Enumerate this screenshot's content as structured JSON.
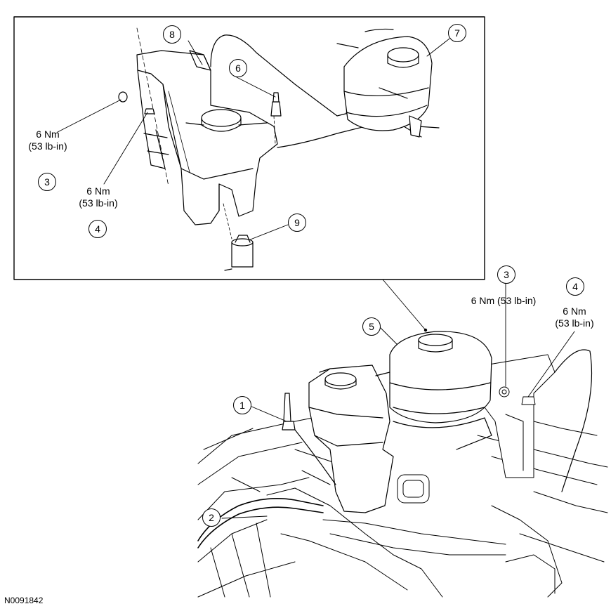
{
  "figure_id": "N0091842",
  "callouts": {
    "c1": "1",
    "c2": "2",
    "c3_main": "3",
    "c4_main": "4",
    "c5": "5",
    "c3_inset": "3",
    "c4_inset": "4",
    "c6": "6",
    "c7": "7",
    "c8": "8",
    "c9": "9"
  },
  "torque": {
    "t3_inset_nm": "6 Nm",
    "t3_inset_lb": "(53 lb-in)",
    "t4_inset_nm": "6 Nm",
    "t4_inset_lb": "(53 lb-in)",
    "t3_main": "6 Nm (53 lb-in)",
    "t4_main_nm": "6 Nm",
    "t4_main_lb": "(53 lb-in)"
  }
}
